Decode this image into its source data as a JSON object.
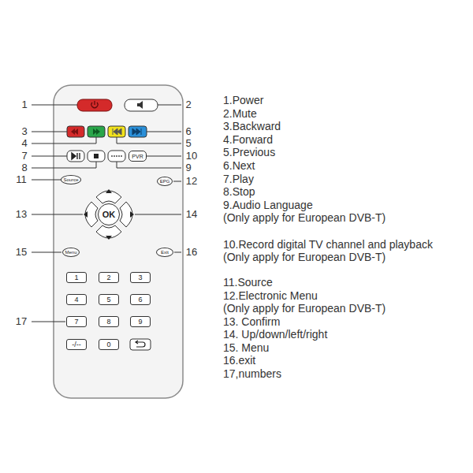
{
  "diagram": {
    "nodes": [
      {
        "text": [
          "Source"
        ]
      },
      {
        "text": [
          "EPG"
        ]
      },
      {
        "text": [
          "PVR"
        ]
      },
      {
        "text": [
          "OK"
        ]
      },
      {
        "text": [
          "Menu"
        ]
      },
      {
        "text": [
          "Exit"
        ]
      },
      {
        "text": [
          "1"
        ]
      },
      {
        "text": [
          "2"
        ]
      },
      {
        "text": [
          "3"
        ]
      },
      {
        "text": [
          "4"
        ]
      },
      {
        "text": [
          "5"
        ]
      },
      {
        "text": [
          "6"
        ]
      },
      {
        "text": [
          "7"
        ]
      },
      {
        "text": [
          "8"
        ]
      },
      {
        "text": [
          "9"
        ]
      },
      {
        "text": [
          "-/--"
        ]
      },
      {
        "text": [
          "0"
        ]
      }
    ],
    "labels": [
      "1",
      "2",
      "3",
      "4",
      "5",
      "6",
      "7",
      "8",
      "9",
      "10",
      "11",
      "12",
      "13",
      "14",
      "15",
      "16",
      "17",
      "1.Power",
      "2.Mute",
      "3.Backward",
      "4.Forward",
      "5.Previous",
      "6.Next",
      "7.Play",
      "8.Stop",
      "9.Audio Language",
      "(Only apply for European DVB-T)",
      "10.Record digital TV channel and playback",
      "(Only apply for European DVB-T)",
      "11.Source",
      "12.Electronic Menu",
      "(Only apply for European DVB-T)",
      "13. Confirm",
      "14. Up/down/left/right",
      "15. Menu",
      "16.exit",
      "17,numbers"
    ]
  }
}
